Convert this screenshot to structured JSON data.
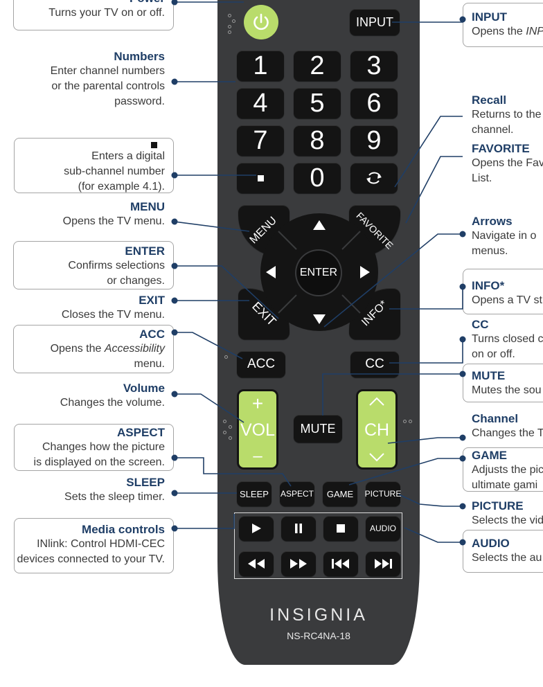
{
  "remote": {
    "brand": "INSIGNIA",
    "model": "NS-RC4NA-18",
    "buttons": {
      "input": "INPUT",
      "n1": "1",
      "n2": "2",
      "n3": "3",
      "n4": "4",
      "n5": "5",
      "n6": "6",
      "n7": "7",
      "n8": "8",
      "n9": "9",
      "n0": "0",
      "menu": "MENU",
      "favorite": "FAVORITE",
      "enter": "ENTER",
      "exit": "EXIT",
      "info": "INFO*",
      "acc": "ACC",
      "cc": "CC",
      "vol": "VOL",
      "mute": "MUTE",
      "ch": "CH",
      "sleep": "SLEEP",
      "aspect": "ASPECT",
      "game": "GAME",
      "picture": "PICTURE",
      "audio": "AUDIO",
      "plus": "+",
      "minus": "–"
    }
  },
  "callouts_left": {
    "power": {
      "title": "Power",
      "desc": "Turns your TV on or off."
    },
    "numbers": {
      "title": "Numbers",
      "desc1": "Enter channel numbers",
      "desc2": "or the parental controls",
      "desc3": "password."
    },
    "dot": {
      "desc1": "Enters a digital",
      "desc2": "sub-channel number",
      "desc3": "(for example 4.1)."
    },
    "menu": {
      "title": "MENU",
      "desc": "Opens the TV menu."
    },
    "enter": {
      "title": "ENTER",
      "desc1": "Confirms selections",
      "desc2": "or changes."
    },
    "exit": {
      "title": "EXIT",
      "desc": "Closes the TV menu."
    },
    "acc": {
      "title": "ACC",
      "desc_pre": "Opens the ",
      "desc_em": "Accessibility",
      "desc2": "menu."
    },
    "volume": {
      "title": "Volume",
      "desc": "Changes the volume."
    },
    "aspect": {
      "title": "ASPECT",
      "desc1": "Changes how the picture",
      "desc2": "is displayed on the screen."
    },
    "sleep": {
      "title": "SLEEP",
      "desc": "Sets the sleep timer."
    },
    "media": {
      "title": "Media controls",
      "desc1": "INlink: Control HDMI-CEC",
      "desc2": "devices connected to your TV."
    }
  },
  "callouts_right": {
    "input": {
      "title": "INPUT",
      "desc_pre": "Opens the ",
      "desc_em": "INP"
    },
    "recall": {
      "title": "Recall",
      "desc1": "Returns to the",
      "desc2": "channel."
    },
    "favorite": {
      "title": "FAVORITE",
      "desc1": "Opens the Fav",
      "desc2": "List."
    },
    "arrows": {
      "title": "Arrows",
      "desc1": "Navigate in o",
      "desc2": "menus."
    },
    "info": {
      "title": "INFO*",
      "desc": "Opens a TV st"
    },
    "cc": {
      "title": "CC",
      "desc1": "Turns closed ca",
      "desc2": "on or off."
    },
    "mute": {
      "title": "MUTE",
      "desc": "Mutes the sou"
    },
    "channel": {
      "title": "Channel",
      "desc": "Changes the T"
    },
    "game": {
      "title": "GAME",
      "desc1": "Adjusts the pic",
      "desc2": "ultimate gami"
    },
    "picture": {
      "title": "PICTURE",
      "desc": "Selects the vid"
    },
    "audio": {
      "title": "AUDIO",
      "desc": "Selects the au"
    }
  },
  "colors": {
    "accent_green": "#b9dc6b",
    "heading_blue": "#1f3e66",
    "remote_body": "#3a3b3d",
    "button_black": "#141414"
  },
  "icons": [
    "power-icon",
    "recall-icon",
    "play-icon",
    "pause-icon",
    "stop-icon",
    "rewind-icon",
    "fast-forward-icon",
    "skip-back-icon",
    "skip-forward-icon",
    "up-arrow-icon",
    "down-arrow-icon",
    "left-arrow-icon",
    "right-arrow-icon"
  ]
}
